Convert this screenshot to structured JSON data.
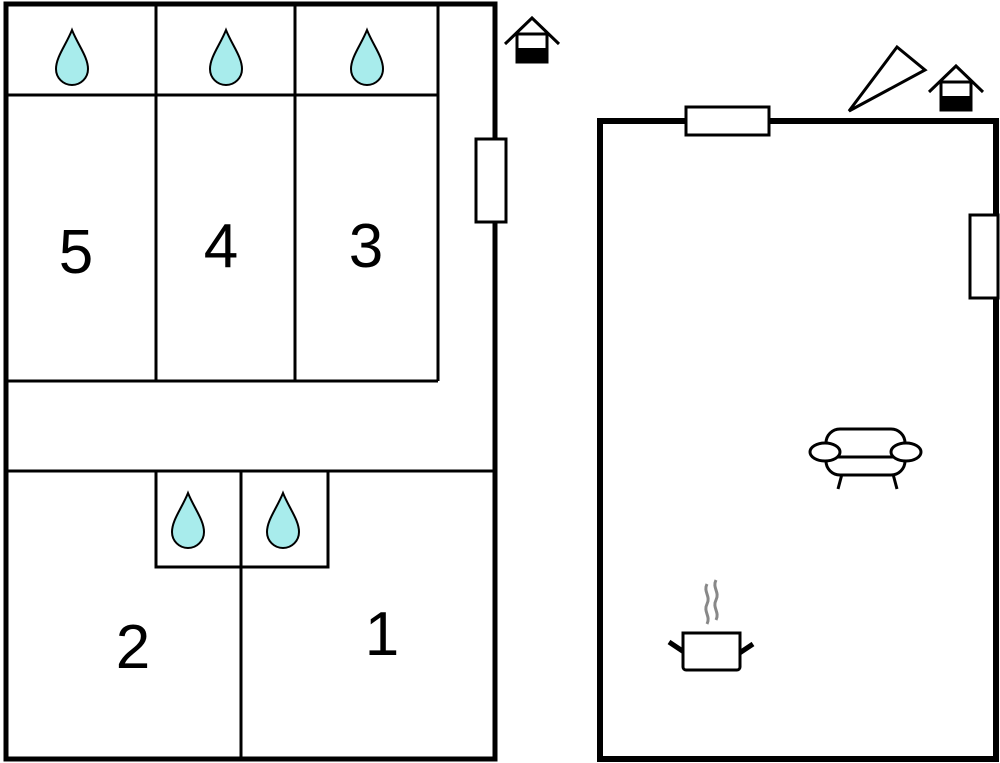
{
  "floorplan": {
    "rooms": [
      {
        "label": "5"
      },
      {
        "label": "4"
      },
      {
        "label": "3"
      },
      {
        "label": "2"
      },
      {
        "label": "1"
      }
    ],
    "icons": [
      "water-drop-icon",
      "house-icon",
      "door-icon",
      "sofa-icon",
      "cooking-pot-icon",
      "window-icon"
    ],
    "colors": {
      "wall": "#000000",
      "drop": "#a8ecec"
    }
  }
}
